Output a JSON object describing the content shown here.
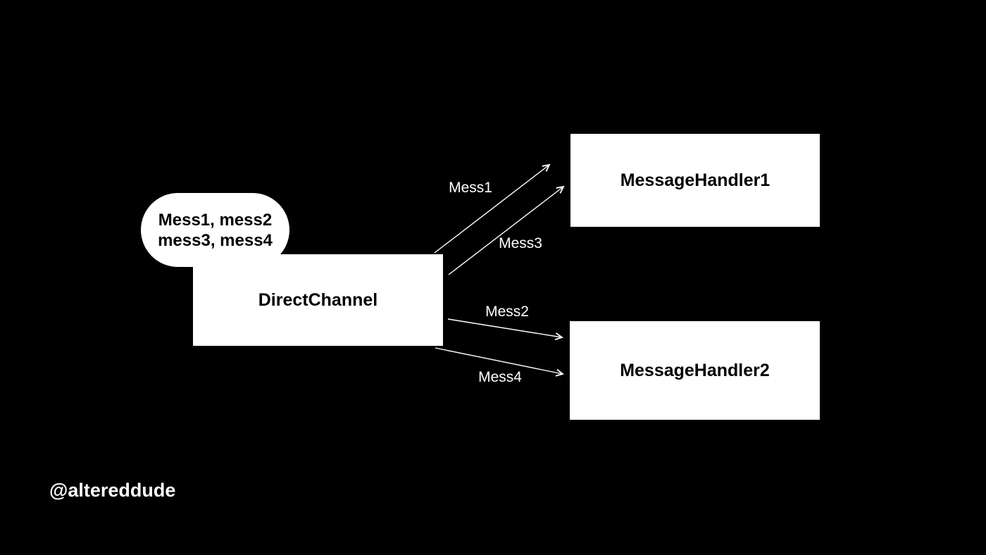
{
  "colors": {
    "background": "#000000",
    "node_fill": "#ffffff",
    "node_text": "#000000",
    "arrow": "#ffffff",
    "label_text": "#ffffff"
  },
  "bubble": {
    "line1": "Mess1, mess2",
    "line2": "mess3, mess4"
  },
  "nodes": {
    "channel": {
      "label": "DirectChannel"
    },
    "handler1": {
      "label": "MessageHandler1"
    },
    "handler2": {
      "label": "MessageHandler2"
    }
  },
  "arrows": [
    {
      "label": "Mess1",
      "from": "DirectChannel",
      "to": "MessageHandler1"
    },
    {
      "label": "Mess3",
      "from": "DirectChannel",
      "to": "MessageHandler1"
    },
    {
      "label": "Mess2",
      "from": "DirectChannel",
      "to": "MessageHandler2"
    },
    {
      "label": "Mess4",
      "from": "DirectChannel",
      "to": "MessageHandler2"
    }
  ],
  "watermark": "@altereddude"
}
